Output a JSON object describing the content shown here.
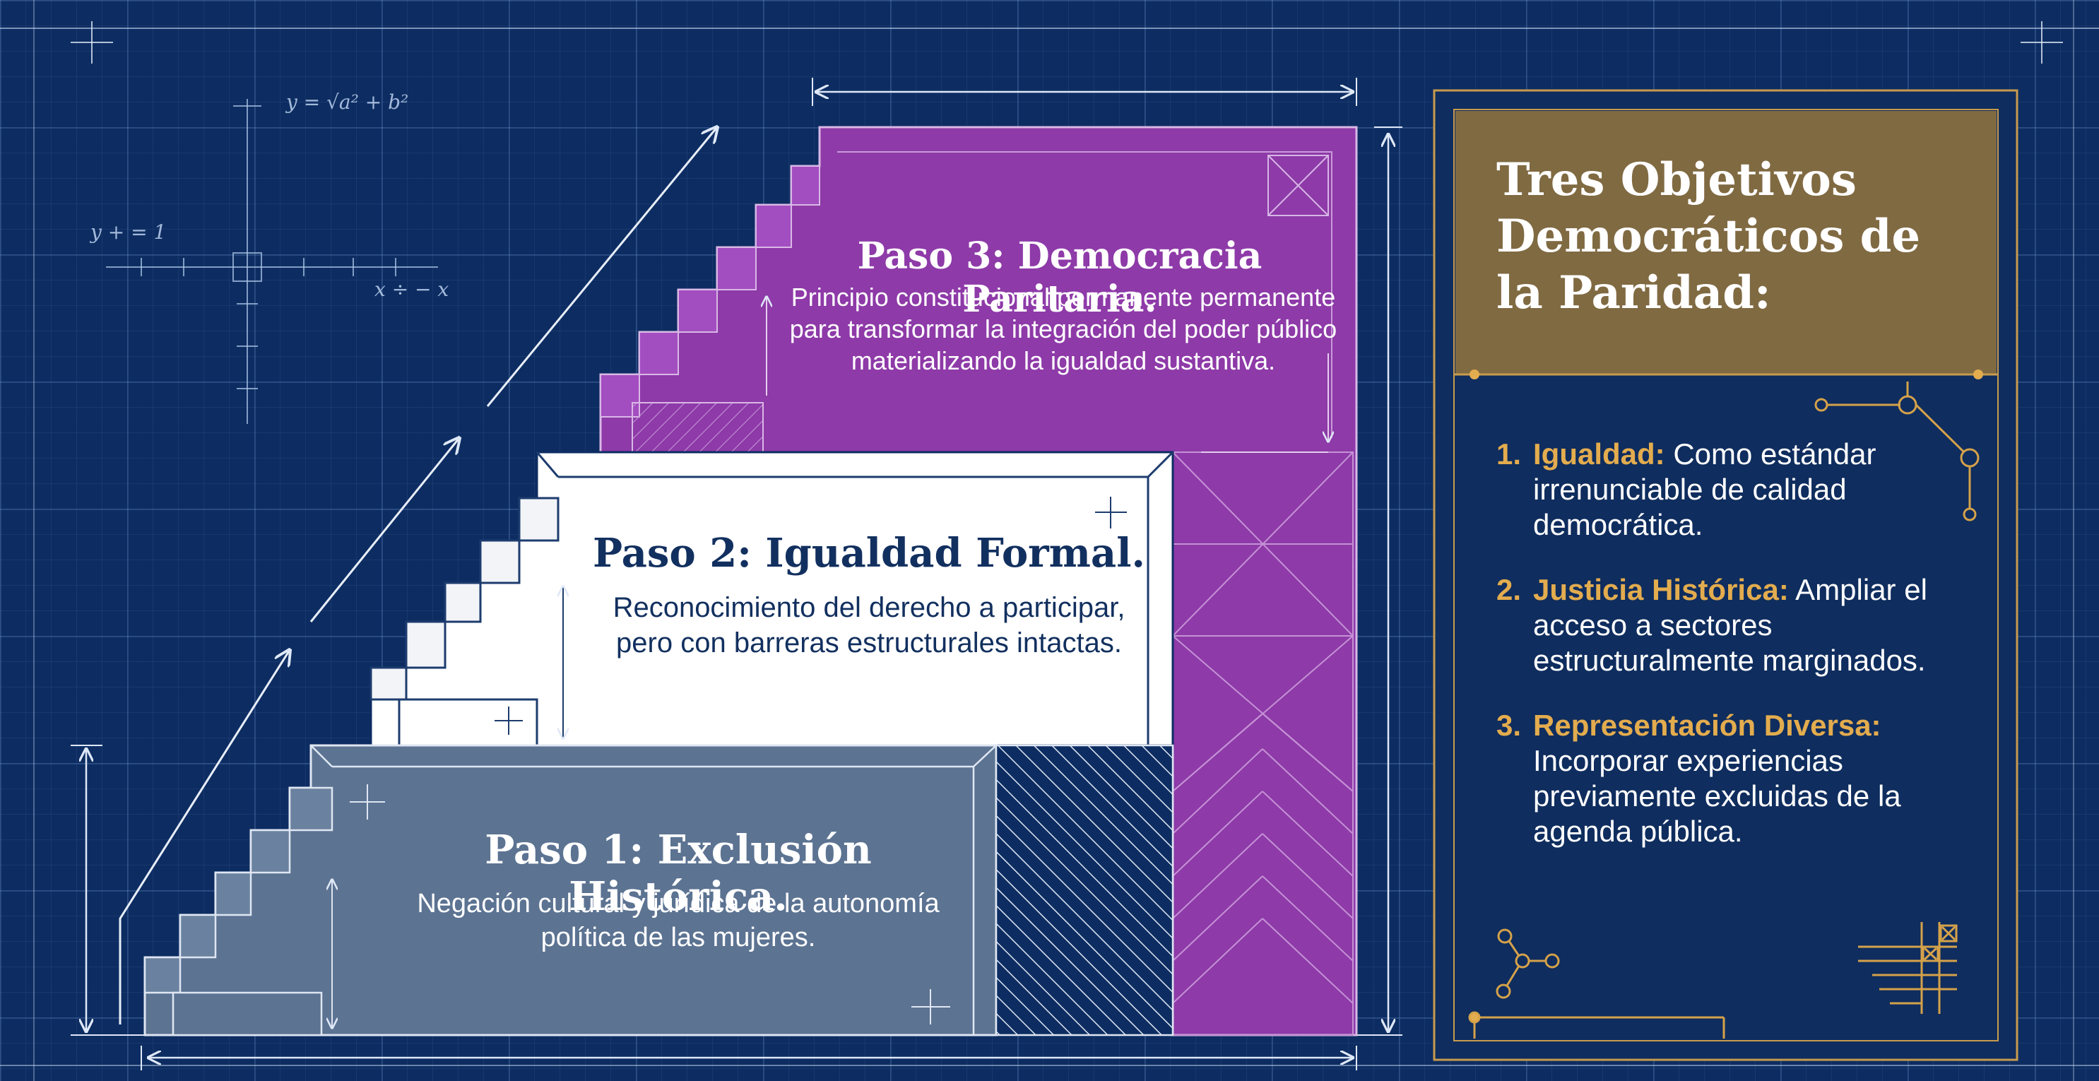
{
  "steps": [
    {
      "title": "Paso 1: Exclusión Histórica.",
      "description": "Negación cultural y jurídica de la autonomía política de las mujeres.",
      "color": "#5a7090"
    },
    {
      "title": "Paso 2: Igualdad Formal.",
      "description": "Reconocimiento del derecho a participar, pero con barreras estructurales intactas.",
      "color": "#ffffff"
    },
    {
      "title": "Paso 3: Democracia Paritaria.",
      "description": "Principio constitucional permanente permanente para transformar la integración del poder público materializando la igualdad sustantiva.",
      "color": "#8b3aa6"
    }
  ],
  "equations": {
    "top": "y = √a² + b²",
    "left": "y + = 1",
    "right": "x ÷ − x"
  },
  "panel": {
    "title": "Tres Objetivos Democráticos de la Paridad:",
    "header_color": "#8a7040",
    "accent_color": "#e3ac4e",
    "objectives": [
      {
        "number": "1.",
        "label": "Igualdad:",
        "text": "Como estándar irrenunciable de calidad democrática."
      },
      {
        "number": "2.",
        "label": "Justicia Histórica:",
        "text": "Ampliar el acceso a sectores estructuralmente marginados."
      },
      {
        "number": "3.",
        "label": "Representación Diversa:",
        "text": "Incorporar experiencias previamente excluidas de la agenda pública."
      }
    ]
  },
  "background_color": "#0d2d62"
}
